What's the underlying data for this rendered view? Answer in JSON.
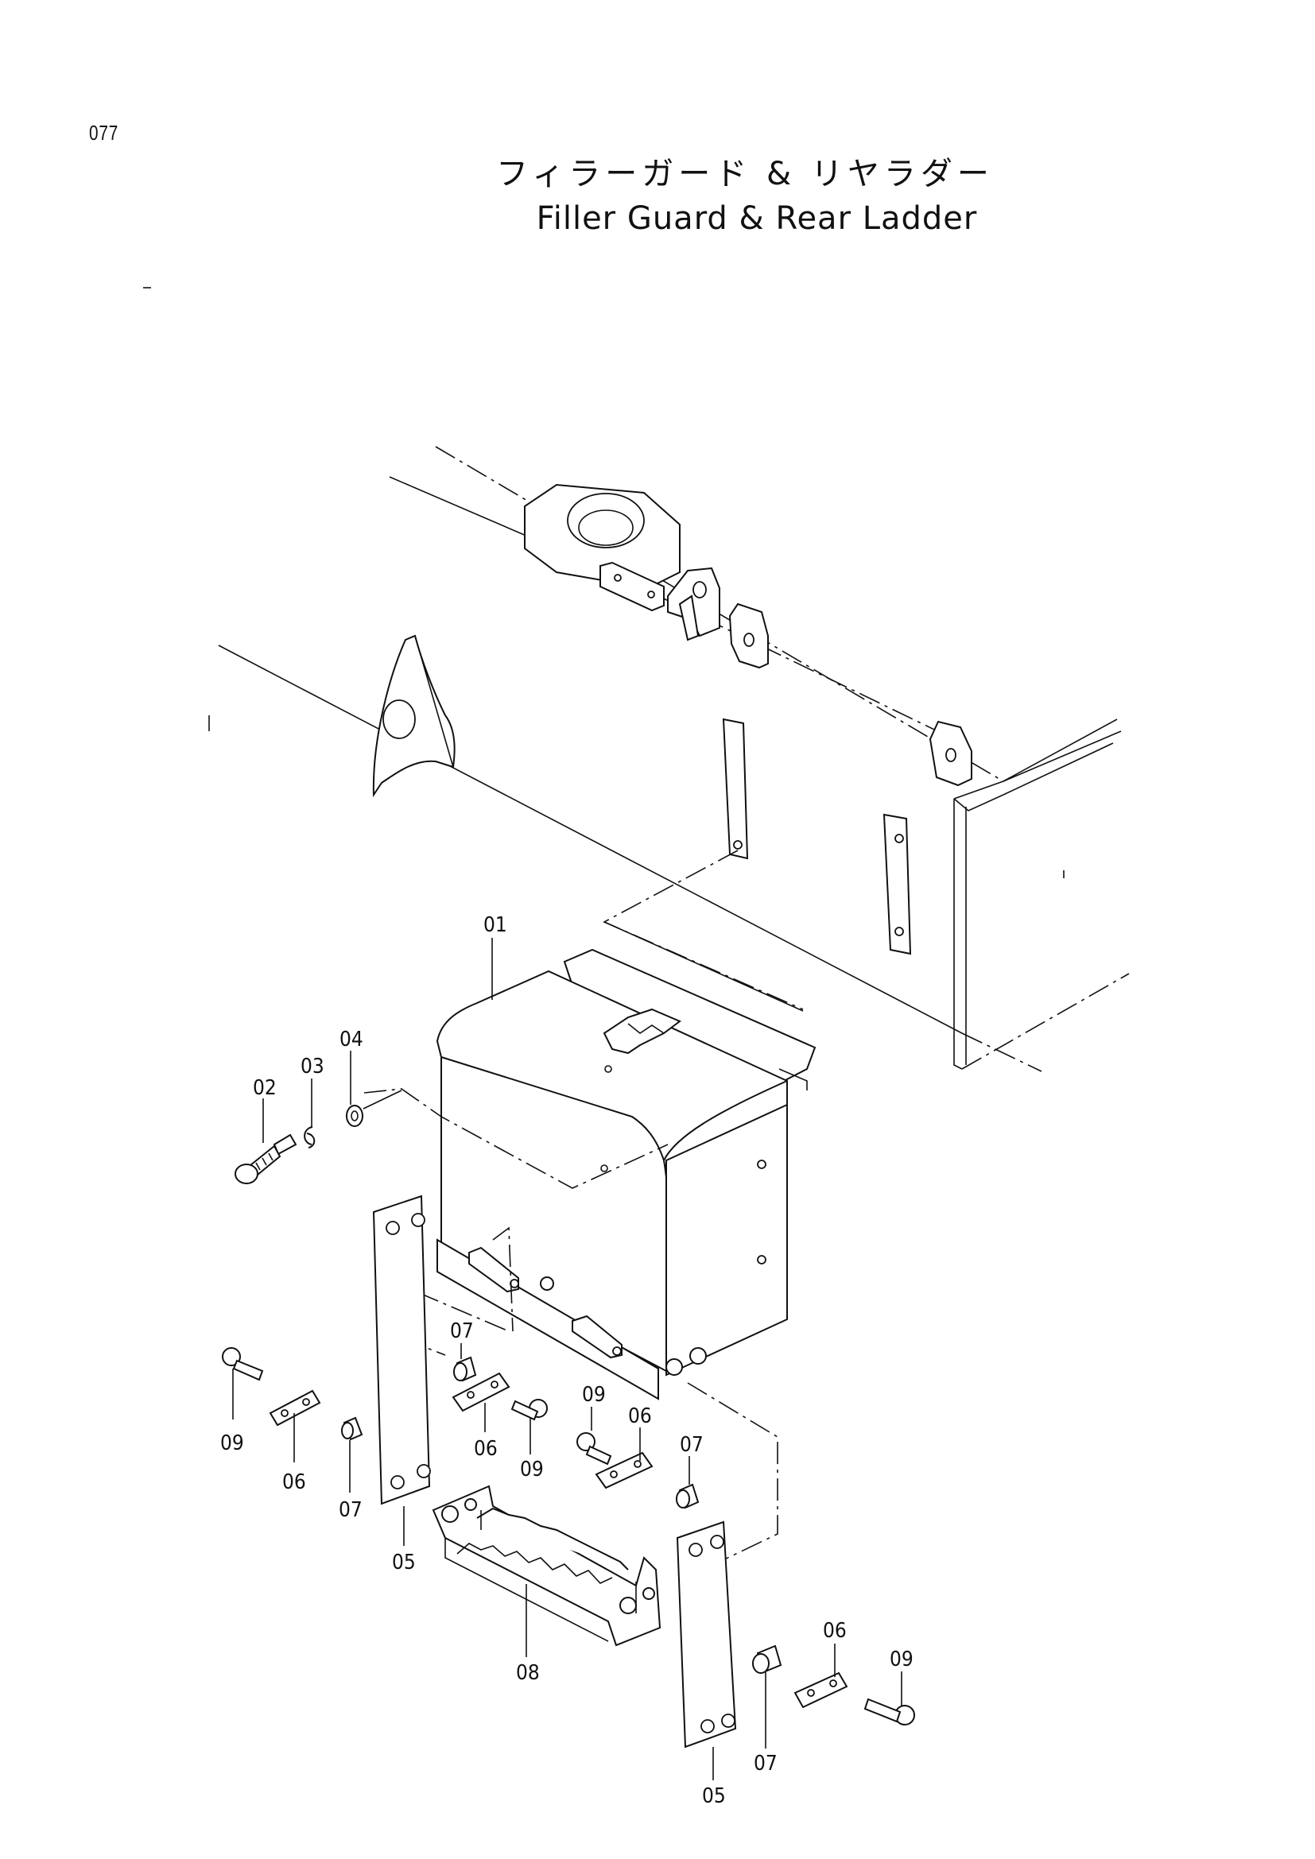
{
  "page_number": "077",
  "title_jp": "フィラーガード & リヤラダー",
  "title_en": "Filler Guard & Rear Ladder",
  "callouts": {
    "c01": "01",
    "c02": "02",
    "c03": "03",
    "c04": "04",
    "c05a": "05",
    "c05b": "05",
    "c06a": "06",
    "c06b": "06",
    "c06c": "06",
    "c06d": "06",
    "c07a": "07",
    "c07b": "07",
    "c07c": "07",
    "c07d": "07",
    "c08": "08",
    "c09a": "09",
    "c09b": "09",
    "c09c": "09",
    "c09d": "09"
  }
}
